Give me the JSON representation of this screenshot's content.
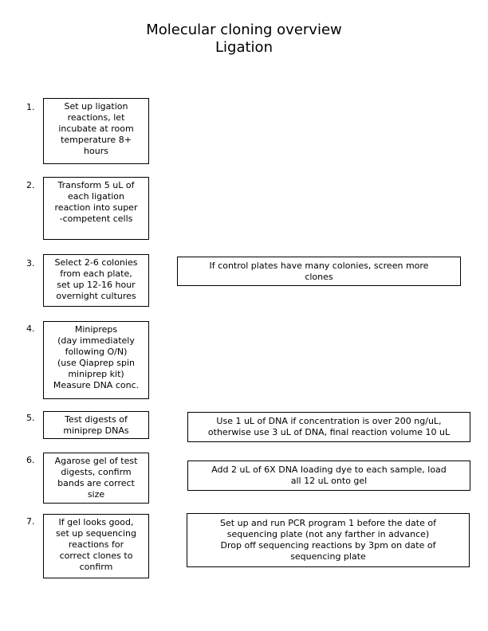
{
  "title": {
    "lines": [
      "Molecular cloning overview",
      "Ligation"
    ]
  },
  "colors": {
    "background": "#ffffff",
    "text": "#000000",
    "box_border": "#000000"
  },
  "steps": [
    {
      "number": "1.",
      "text_lines": [
        "Set up ligation",
        "reactions, let",
        "incubate at room",
        "temperature 8+",
        "hours"
      ]
    },
    {
      "number": "2.",
      "text_lines": [
        "Transform 5 uL of",
        "each ligation",
        "reaction into super",
        "-competent cells"
      ]
    },
    {
      "number": "3.",
      "text_lines": [
        "Select 2-6 colonies",
        "from each plate,",
        "set up 12-16 hour",
        "overnight cultures"
      ]
    },
    {
      "number": "4.",
      "text_lines": [
        "Minipreps",
        "(day immediately",
        "following O/N)",
        "(use Qiaprep spin",
        "miniprep kit)",
        "Measure DNA conc."
      ]
    },
    {
      "number": "5.",
      "text_lines": [
        "Test digests of",
        "miniprep DNAs"
      ]
    },
    {
      "number": "6.",
      "text_lines": [
        "Agarose gel of test",
        "digests, confirm",
        "bands are correct",
        "size"
      ]
    },
    {
      "number": "7.",
      "text_lines": [
        "If gel looks good,",
        "set up sequencing",
        "reactions for",
        "correct clones to",
        "confirm"
      ]
    }
  ],
  "notes": [
    {
      "aligned_with_step": "3",
      "text_lines": [
        "If control plates have many colonies, screen more",
        "clones"
      ]
    },
    {
      "aligned_with_step": "5",
      "text_lines": [
        "Use 1 uL of DNA if concentration is over 200 ng/uL,",
        "otherwise use 3 uL of DNA, final reaction volume 10 uL"
      ]
    },
    {
      "aligned_with_step": "6",
      "text_lines": [
        "Add 2 uL of 6X DNA loading dye to each sample, load",
        "all 12 uL onto gel"
      ]
    },
    {
      "aligned_with_step": "7",
      "text_lines": [
        "Set up and run PCR program 1 before the date of",
        "sequencing plate (not any farther in advance)",
        "Drop off sequencing reactions by 3pm on date of",
        "sequencing plate"
      ]
    }
  ]
}
